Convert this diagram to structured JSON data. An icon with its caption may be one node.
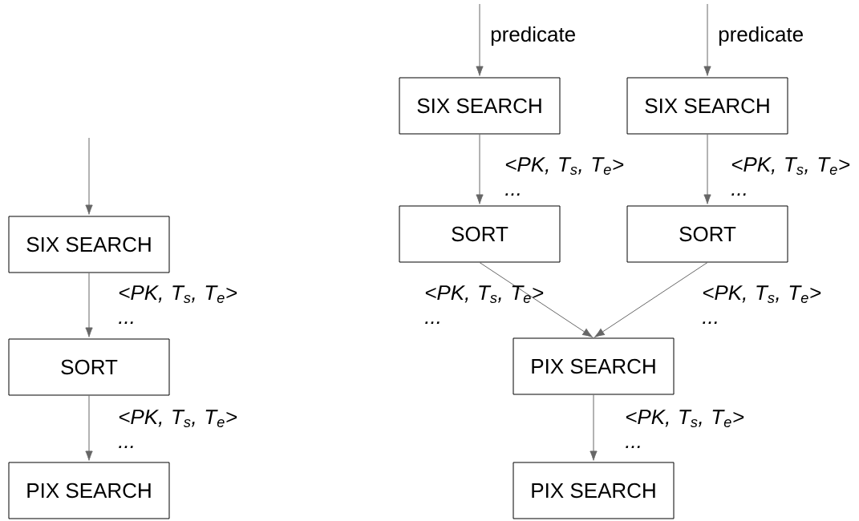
{
  "diagram": {
    "nodes": [
      {
        "text": [
          "SIX SEARCH"
        ]
      },
      {
        "text": [
          "SORT"
        ]
      },
      {
        "text": [
          "PIX SEARCH"
        ]
      },
      {
        "text": [
          "SIX SEARCH"
        ]
      },
      {
        "text": [
          "SIX SEARCH"
        ]
      },
      {
        "text": [
          "SORT"
        ]
      },
      {
        "text": [
          "SORT"
        ]
      },
      {
        "text": [
          "PIX SEARCH"
        ]
      },
      {
        "text": [
          "PIX SEARCH"
        ]
      }
    ],
    "edges": [
      {
        "from": null,
        "to": 0,
        "arrow": "to"
      },
      {
        "from": 0,
        "to": 1,
        "arrow": "to",
        "label": "<PK, T$_{s}$, T$_{e}$> ..."
      },
      {
        "from": 1,
        "to": 2,
        "arrow": "to",
        "label": "<PK, T$_{s}$, T$_{e}$> ..."
      },
      {
        "from": null,
        "to": 3,
        "arrow": "to",
        "label": "predicate"
      },
      {
        "from": null,
        "to": 4,
        "arrow": "to",
        "label": "predicate"
      },
      {
        "from": 3,
        "to": 5,
        "arrow": "to",
        "label": "<PK, T$_{s}$, T$_{e}$> ..."
      },
      {
        "from": 4,
        "to": 6,
        "arrow": "to",
        "label": "<PK, T$_{s}$, T$_{e}$> ..."
      },
      {
        "from": 5,
        "to": 7,
        "arrow": "to",
        "label": "<PK, T$_{s}$, T$_{e}$> ..."
      },
      {
        "from": 6,
        "to": 7,
        "arrow": "to",
        "label": "<PK, T$_{s}$, T$_{e}$> ..."
      },
      {
        "from": 7,
        "to": 8,
        "arrow": "to",
        "label": "<PK, T$_{s}$, T$_{e}$> ..."
      }
    ]
  }
}
